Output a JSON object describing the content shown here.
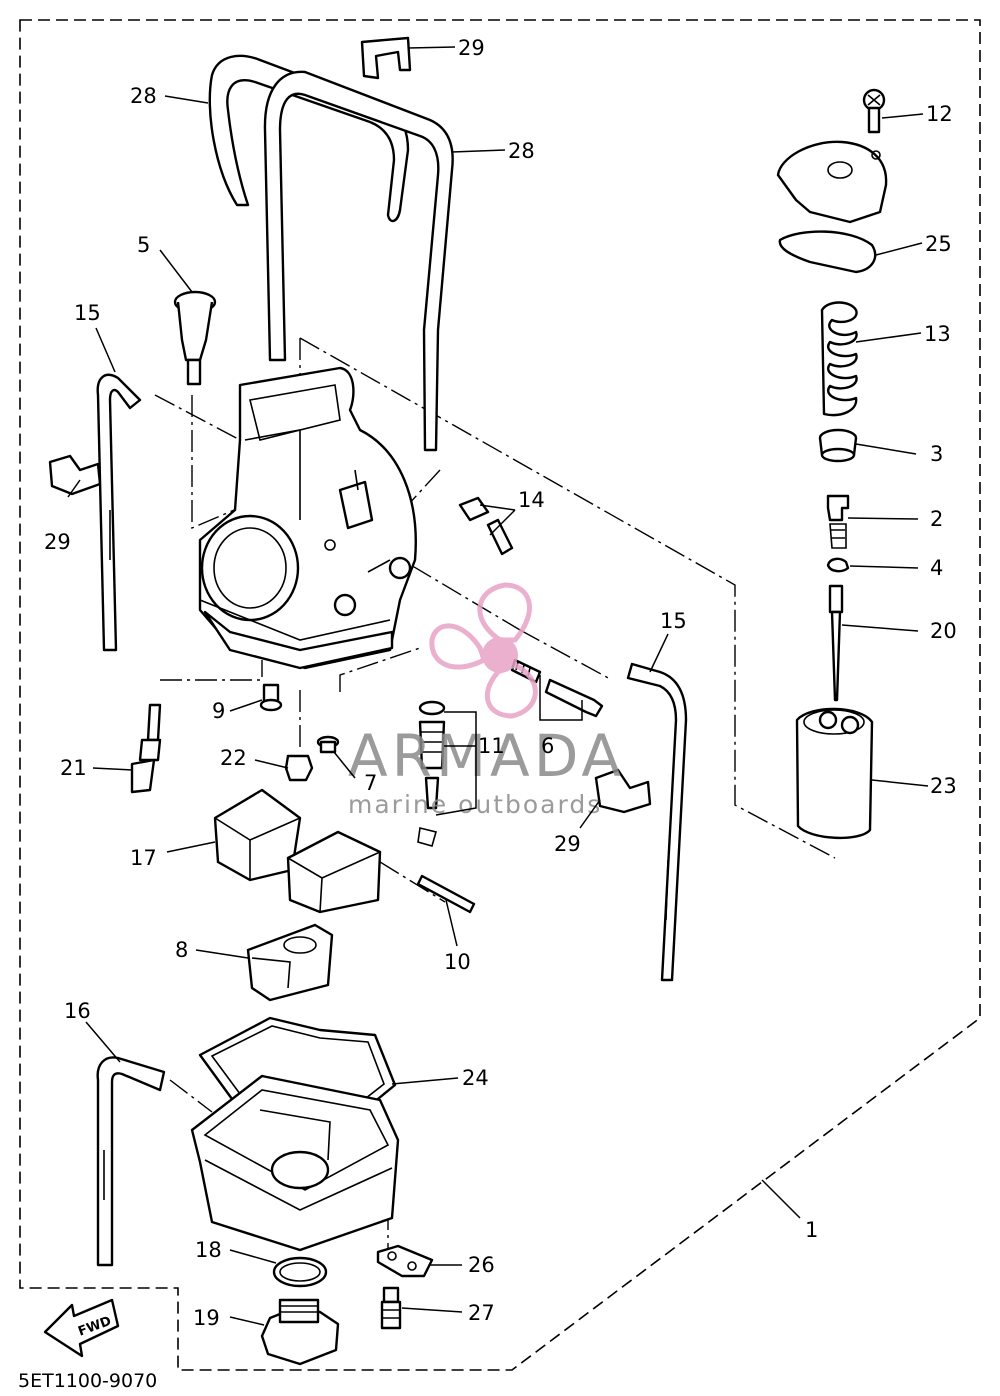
{
  "labels": {
    "l1": "1",
    "l2": "2",
    "l3": "3",
    "l4": "4",
    "l5": "5",
    "l6": "6",
    "l7": "7",
    "l8": "8",
    "l9": "9",
    "l10": "10",
    "l11": "11",
    "l12": "12",
    "l13": "13",
    "l14": "14",
    "l15a": "15",
    "l15b": "15",
    "l16": "16",
    "l17": "17",
    "l18": "18",
    "l19": "19",
    "l20": "20",
    "l21": "21",
    "l22": "22",
    "l23": "23",
    "l24": "24",
    "l25": "25",
    "l26": "26",
    "l27": "27",
    "l28a": "28",
    "l28b": "28",
    "l29a": "29",
    "l29b": "29",
    "l29c": "29"
  },
  "fwd_label": "FWD",
  "diagram_code": "5ET1100-9070",
  "watermark": {
    "brand": "ARMADA",
    "tagline": "marine outboards",
    "accent_color": "#e7a3c5"
  }
}
